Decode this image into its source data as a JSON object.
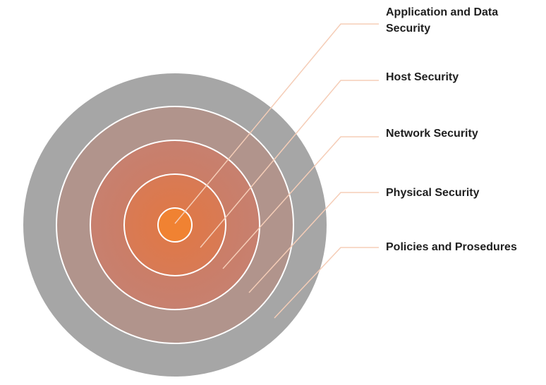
{
  "layers": [
    {
      "label": "Application and Data Security",
      "fill": "#F08232"
    },
    {
      "label": "Host Security",
      "fill": "#DE7A4A"
    },
    {
      "label": "Network Security",
      "fill": "#C98070"
    },
    {
      "label": "Physical Security",
      "fill": "#B1948C"
    },
    {
      "label": "Policies and Prosedures",
      "fill": "#A6A6A6"
    }
  ],
  "colors": {
    "ring_stroke": "#FFFFFF",
    "leader_line": "#F5CDB7"
  }
}
